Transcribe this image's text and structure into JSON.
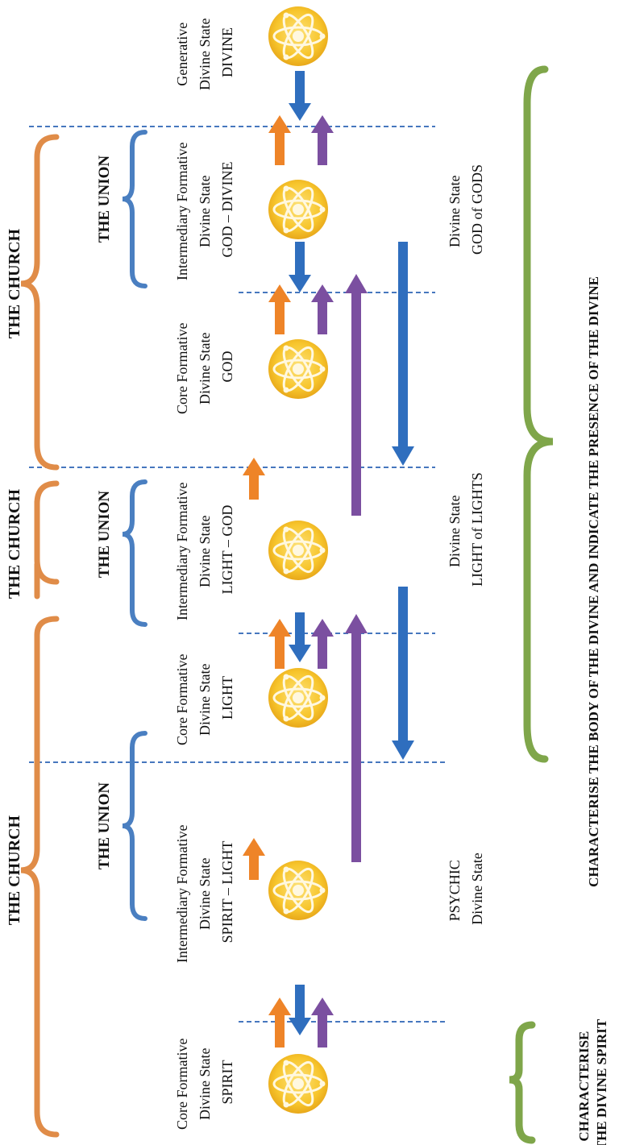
{
  "church_label": "THE CHURCH",
  "union_label": "THE UNION",
  "states": [
    {
      "lines": [
        "Core Formative",
        "Divine State",
        "SPIRIT"
      ]
    },
    {
      "lines": [
        "Intermediary Formative",
        "Divine State",
        "SPIRIT – LIGHT"
      ]
    },
    {
      "lines": [
        "Core Formative",
        "Divine State",
        "LIGHT"
      ]
    },
    {
      "lines": [
        "Intermediary Formative",
        "Divine State",
        "LIGHT – GOD"
      ]
    },
    {
      "lines": [
        "Core Formative",
        "Divine State",
        "GOD"
      ]
    },
    {
      "lines": [
        "Intermediary Formative",
        "Divine State",
        "GOD – DIVINE"
      ]
    },
    {
      "lines": [
        "Generative",
        "Divine State",
        "DIVINE"
      ]
    }
  ],
  "divine_states": [
    {
      "lines": [
        "PSYCHIC",
        "Divine State"
      ]
    },
    {
      "lines": [
        "Divine State",
        "LIGHT of LIGHTS"
      ]
    },
    {
      "lines": [
        "Divine State",
        "GOD of GODS"
      ]
    }
  ],
  "characterise_divine": "CHARACTERISE THE BODY OF THE DIVINE AND INDICATE THE PRESENCE OF THE DIVINE",
  "characterise_spirit": [
    "CHARACTERISE",
    "THE DIVINE SPIRIT"
  ],
  "colors": {
    "orange": "#ee8428",
    "purple": "#7b4fa0",
    "blue": "#2f6ebe",
    "church_brace": "#e08c48",
    "union_brace": "#4a7fc1",
    "green_brace": "#7fa64a",
    "atom_fill": "#f7c52c",
    "dash": "#4677be"
  },
  "icons": [
    "atom-icon"
  ]
}
